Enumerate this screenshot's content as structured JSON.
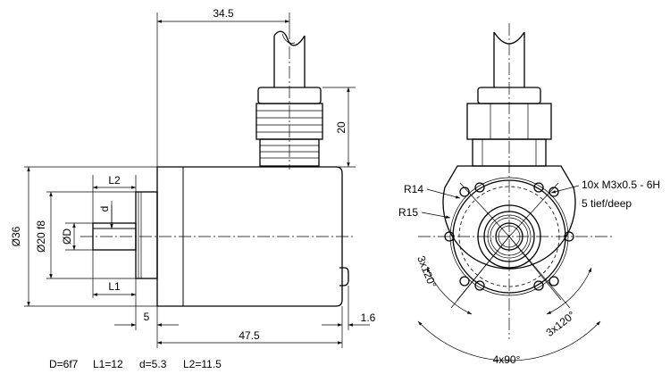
{
  "side_view": {
    "dim_total_width": "34.5",
    "dim_gland_height": "20",
    "dim_housing_diameter": "Ø36",
    "dim_flange_diameter": "Ø20 f8",
    "dim_shaft_diameter": "ØD",
    "dim_flat_depth": "d",
    "dim_L2": "L2",
    "dim_L1": "L1",
    "dim_flange_offset": "5",
    "dim_housing_length": "47.5",
    "dim_lug_offset": "1.6"
  },
  "front_view": {
    "radius_outer": "R14",
    "radius_bolt_circle": "R15",
    "thread_spec": "10x M3x0.5 - 6H",
    "thread_depth": "5 tief/deep",
    "angle_left": "3x120°",
    "angle_right": "3x120°",
    "angle_bottom": "4x90°"
  },
  "legend": {
    "shaft_fit": "D=6f7",
    "L1_value": "L1=12",
    "d_value": "d=5.3",
    "L2_value": "L2=11.5"
  }
}
